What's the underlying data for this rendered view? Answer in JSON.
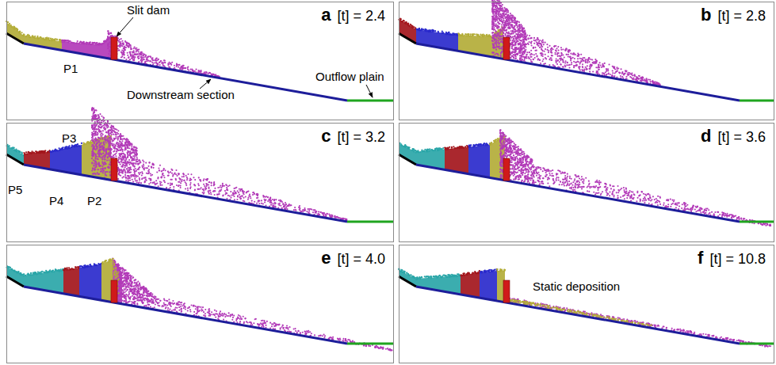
{
  "diagram": {
    "nodes": [
      {
        "text": [
          "a",
          "[t] = 2.4"
        ]
      },
      {
        "text": [
          "b",
          "[t] = 2.8"
        ]
      },
      {
        "text": [
          "c",
          "[t] = 3.2"
        ]
      },
      {
        "text": [
          "d",
          "[t] = 3.6"
        ]
      },
      {
        "text": [
          "e",
          "[t] = 4.0"
        ]
      },
      {
        "text": [
          "f",
          "[t] = 10.8"
        ]
      }
    ],
    "edges": [],
    "labels": [
      "Slit dam",
      "Outflow plain",
      "P1",
      "Downstream section",
      "P3",
      "P5",
      "P4",
      "P2",
      "Static deposition"
    ]
  }
}
